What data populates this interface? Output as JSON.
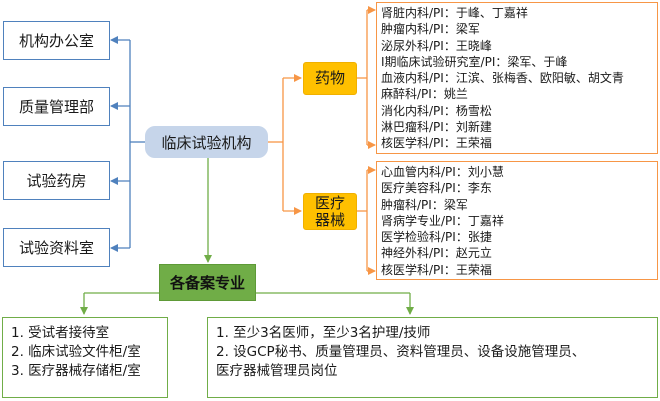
{
  "left_departments": [
    "机构办公室",
    "质量管理部",
    "试验药房",
    "试验资料室"
  ],
  "center": "临床试验机构",
  "drug": {
    "label": "药物",
    "items": [
      "肾脏内科/PI：于峰、丁嘉祥",
      "肿瘤内科/PI：梁军",
      "泌尿外科/PI：王晓峰",
      "I期临床试验研究室/PI：梁军、于峰",
      "血液内科/PI：江滨、张梅香、欧阳敏、胡文青",
      "麻醉科/PI：姚兰",
      "消化内科/PI：杨雪松",
      "淋巴瘤科/PI：刘新建",
      "核医学科/PI：王荣福"
    ]
  },
  "device": {
    "label_line1": "医疗",
    "label_line2": "器械",
    "items": [
      "心血管内科/PI：刘小慧",
      "医疗美容科/PI：李东",
      "肿瘤科/PI：梁军",
      "肾病学专业/PI：丁嘉祥",
      "医学检验科/PI：张捷",
      "神经外科/PI：赵元立",
      "核医学科/PI：王荣福"
    ]
  },
  "filing": "各备案专业",
  "facilities": [
    "1. 受试者接待室",
    "2. 临床试验文件柜/室",
    "3. 医疗器械存储柜/室"
  ],
  "staffing": [
    "1. 至少3名医师，至少3名护理/技师",
    "2. 设GCP秘书、质量管理员、资料管理员、设备设施管理员、",
    "医疗器械管理员岗位"
  ],
  "colors": {
    "blue": "#4f81bd",
    "orange": "#f79646",
    "green": "#70ad47",
    "center_fill": "#c6d5ea",
    "label_fill": "#ffc000"
  }
}
